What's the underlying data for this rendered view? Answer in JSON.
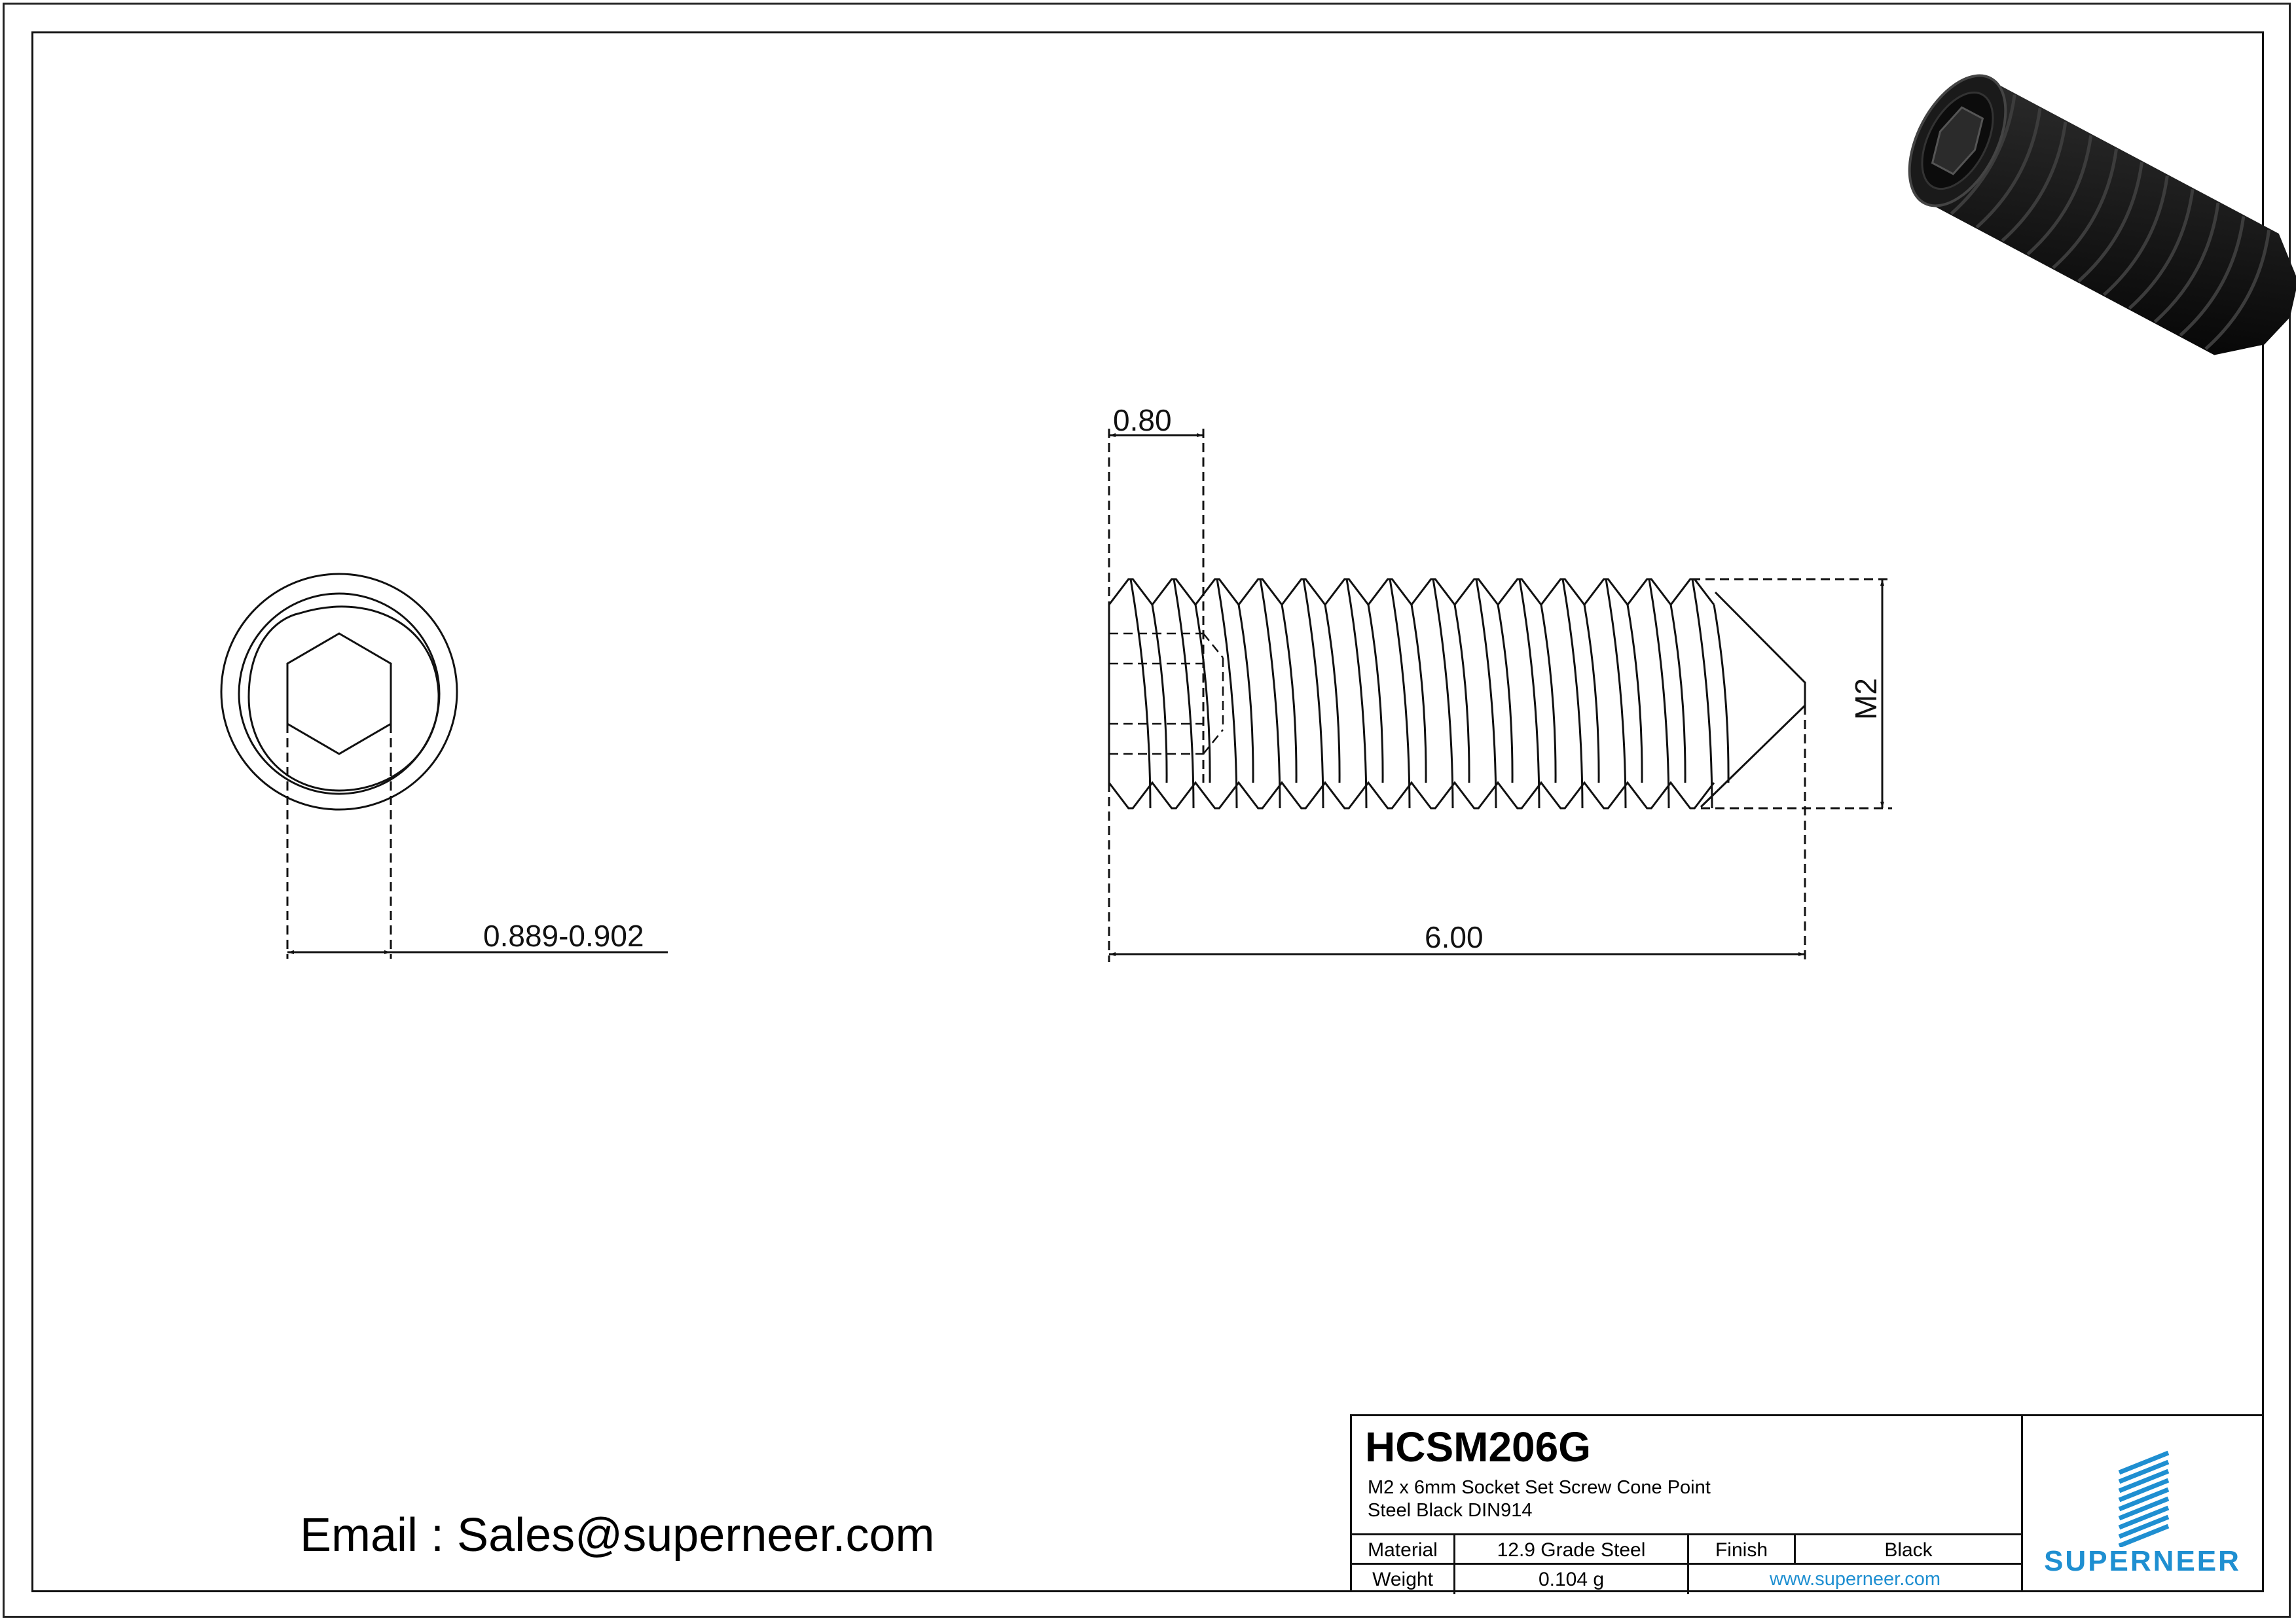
{
  "email_line": "Email : Sales@superneer.com",
  "dimensions": {
    "socket_across_flats": "0.889-0.902",
    "thread_pitch": "0.80",
    "overall_length": "6.00",
    "thread_size": "M2"
  },
  "title_block": {
    "part_number": "HCSM206G",
    "description_line1": "M2 x 6mm Socket Set Screw Cone Point",
    "description_line2": "Steel Black DIN914",
    "material_label": "Material",
    "material_value": "12.9 Grade Steel",
    "finish_label": "Finish",
    "finish_value": "Black",
    "weight_label": "Weight",
    "weight_value": "0.104 g",
    "website": "www.superneer.com",
    "brand": "SUPERNEER"
  },
  "colors": {
    "line": "#111111",
    "brand_blue": "#1f8fd1"
  }
}
